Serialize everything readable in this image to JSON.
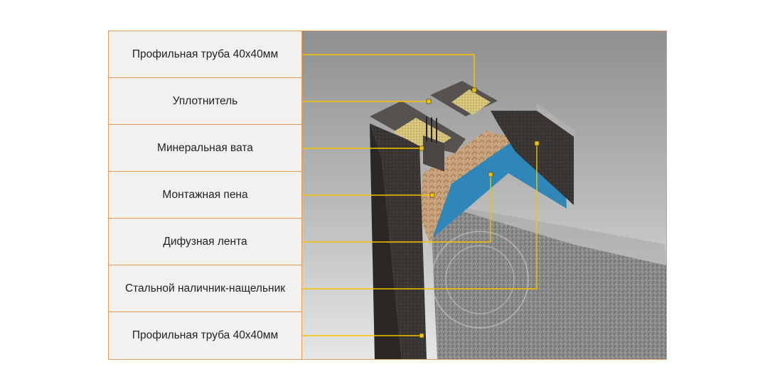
{
  "labels": [
    "Профильная труба 40x40мм",
    "Уплотнитель",
    "Минеральная вата",
    "Монтажная пена",
    "Дифузная лента",
    "Стальной наличник-нащельник",
    "Профильная труба 40x40мм"
  ],
  "colors": {
    "border": "#e59a58",
    "panel": "#f3f1ef",
    "leader": "#f2c400",
    "steel": "#3a3633",
    "wool": "#d6c37a",
    "tape": "#2f86b8"
  }
}
